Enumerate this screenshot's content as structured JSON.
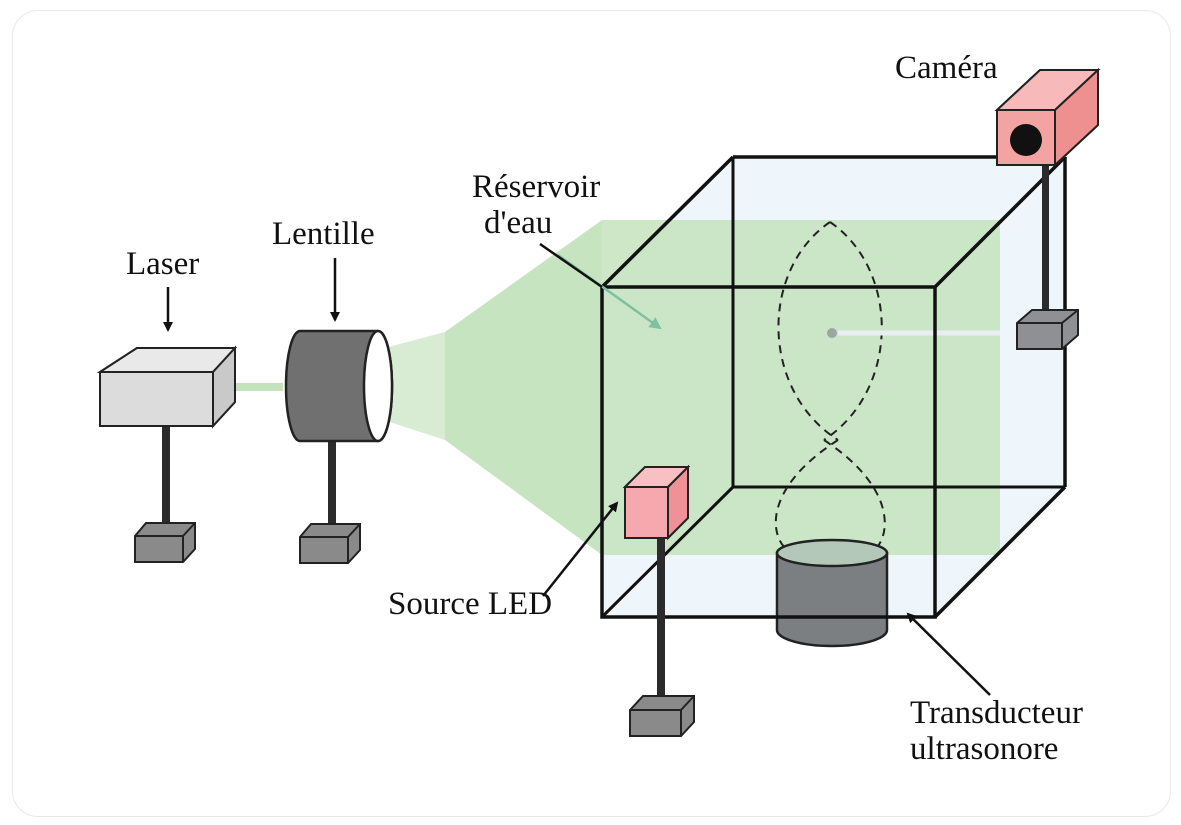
{
  "labels": {
    "camera": "Caméra",
    "reservoir_line1": "Réservoir",
    "reservoir_line2": "d'eau",
    "lens": "Lentille",
    "laser": "Laser",
    "led_source": "Source LED",
    "transducer_line1": "Transducteur",
    "transducer_line2": "ultrasonore"
  },
  "colors": {
    "beam_green": "#bfe0b8",
    "water_tint": "#eaf3fb",
    "camera_pink": "#f4a3a3",
    "led_pink": "#f5a9ae",
    "laser_body": "#dcdcdc",
    "lens_body": "#707070",
    "transducer_body": "#7c7f82",
    "base_gray": "#8a8a8a"
  }
}
